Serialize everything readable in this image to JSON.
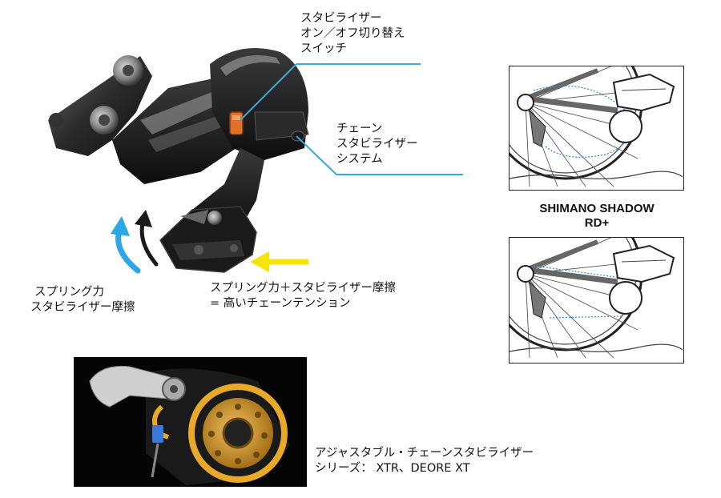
{
  "labels": {
    "stabilizer_switch": [
      "スタビライザー",
      "オン／オフ切り替え",
      "スイッチ"
    ],
    "chain_stabilizer": [
      "チェーン",
      "スタビライザー",
      "システム"
    ],
    "spring_force": [
      "スプリング力",
      "スタビライザー摩擦"
    ],
    "combined": [
      "スプリング力＋スタビライザー摩擦",
      "= 高いチェーンテンション"
    ],
    "adjustable": [
      "アジャスタブル・チェーンスタビライザー",
      "シリーズ： XTR、DEORE XT"
    ]
  },
  "caption": [
    "SHIMANO SHADOW",
    "RD+"
  ],
  "colors": {
    "callout_line": "#3aa8e0",
    "arrow_blue": "#2ba6e6",
    "arrow_black": "#1a1a1a",
    "arrow_yellow": "#f5e30a",
    "chain_dotted": "#3a8fd6",
    "orange_lever": "#f0a020"
  }
}
